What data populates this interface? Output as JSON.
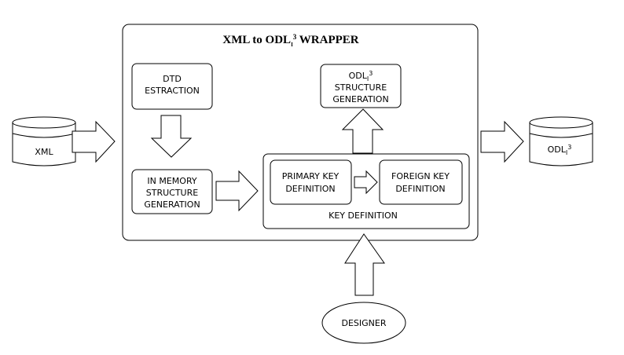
{
  "wrapper": {
    "title_prefix": "XML to ODL",
    "title_subscript": "I",
    "title_superscript": "3",
    "title_suffix": " WRAPPER"
  },
  "nodes": {
    "xml_db": {
      "label": "XML"
    },
    "odl_db": {
      "label_main": "ODL",
      "label_sub": "I",
      "label_sup": "3"
    },
    "dtd_extraction": {
      "line1": "DTD",
      "line2": "ESTRACTION"
    },
    "in_memory": {
      "line1": "IN MEMORY",
      "line2": "STRUCTURE",
      "line3": "GENERATION"
    },
    "odl_structure": {
      "line1_main": "ODL",
      "line1_sub": "I",
      "line1_sup": "3",
      "line2": "STRUCTURE",
      "line3": "GENERATION"
    },
    "key_definition": {
      "label": "KEY DEFINITION"
    },
    "primary_key": {
      "line1": "PRIMARY KEY",
      "line2": "DEFINITION"
    },
    "foreign_key": {
      "line1": "FOREIGN KEY",
      "line2": "DEFINITION"
    },
    "designer": {
      "label": "DESIGNER"
    }
  },
  "colors": {
    "stroke": "#000000",
    "fill": "#ffffff"
  }
}
